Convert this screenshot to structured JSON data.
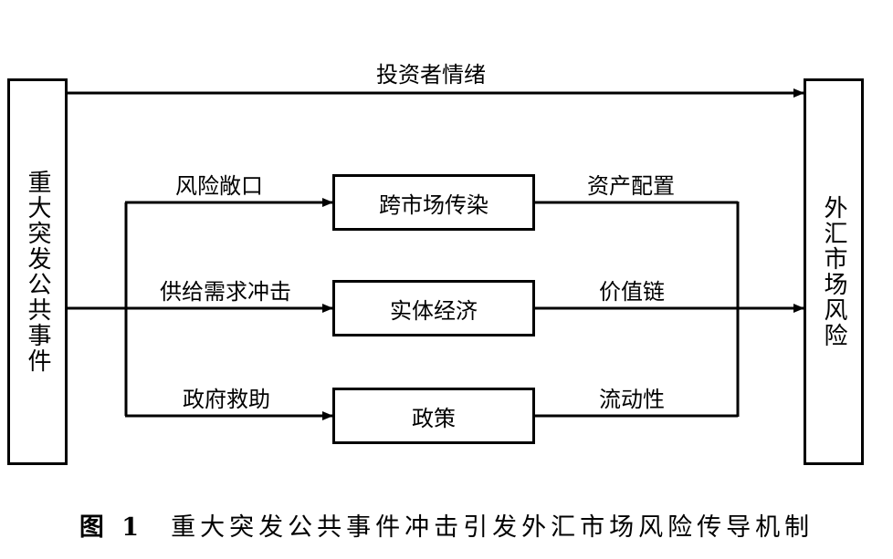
{
  "source_box": {
    "label": "重大突发公共事件"
  },
  "target_box": {
    "label": "外汇市场风险"
  },
  "top_channel": {
    "label": "投资者情绪"
  },
  "middle_boxes": [
    {
      "label": "跨市场传染",
      "in_label": "风险敞口",
      "out_label": "资产配置"
    },
    {
      "label": "实体经济",
      "in_label": "供给需求冲击",
      "out_label": "价值链"
    },
    {
      "label": "政策",
      "in_label": "政府救助",
      "out_label": "流动性"
    }
  ],
  "caption": {
    "number": "图 1",
    "text": "重大突发公共事件冲击引发外汇市场风险传导机制"
  }
}
